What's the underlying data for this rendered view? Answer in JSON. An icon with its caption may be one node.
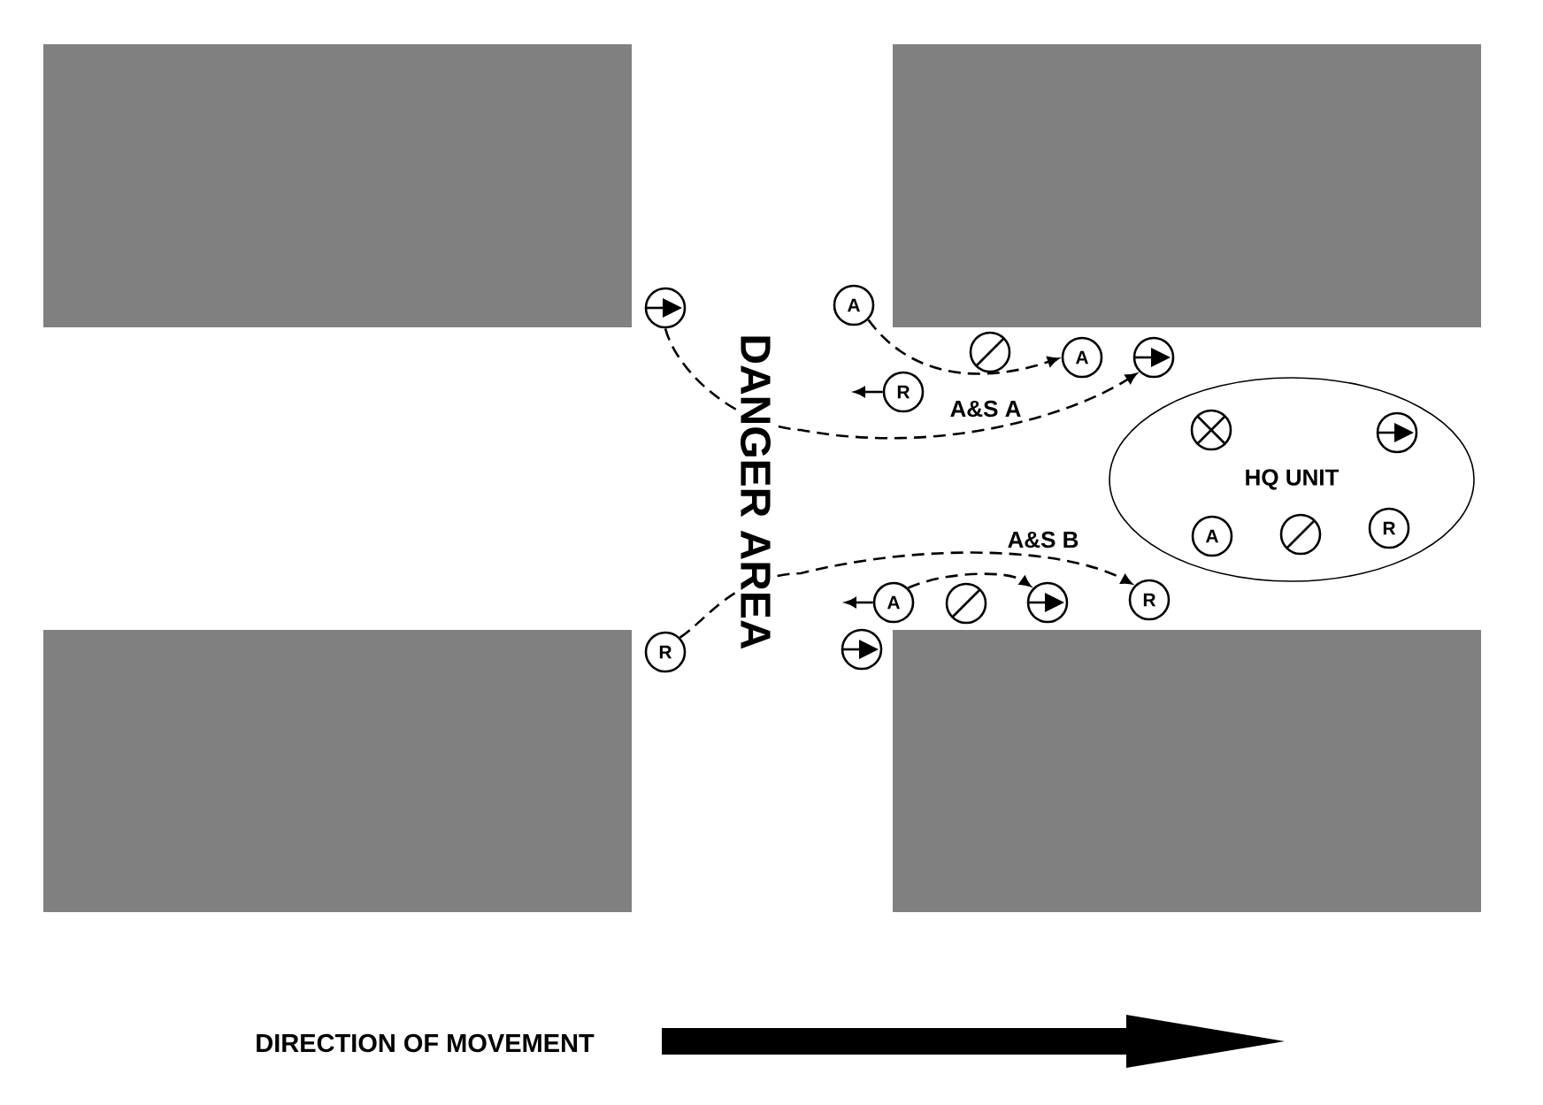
{
  "diagram": {
    "nodes": [
      {
        "text": [],
        "shape": "circle"
      },
      {
        "text": [
          "A"
        ]
      },
      {
        "text": [],
        "shape": "circle"
      },
      {
        "text": [
          "A"
        ]
      },
      {
        "text": [],
        "shape": "circle"
      },
      {
        "text": [
          "R"
        ]
      },
      {
        "text": [
          "HQ UNIT"
        ]
      },
      {
        "text": [],
        "shape": "circle",
        "in": 6
      },
      {
        "text": [],
        "shape": "circle",
        "in": 6
      },
      {
        "text": [
          "A"
        ],
        "in": 6
      },
      {
        "text": [],
        "shape": "circle",
        "in": 6
      },
      {
        "text": [
          "R"
        ],
        "in": 6
      },
      {
        "text": [
          "A"
        ]
      },
      {
        "text": [],
        "shape": "circle"
      },
      {
        "text": [],
        "shape": "circle"
      },
      {
        "text": [
          "R"
        ]
      },
      {
        "text": [
          "R"
        ]
      },
      {
        "text": [],
        "shape": "circle"
      },
      {
        "text": [],
        "shape": "box"
      },
      {
        "text": [],
        "shape": "box"
      },
      {
        "text": [],
        "shape": "box"
      },
      {
        "text": [],
        "shape": "box"
      }
    ],
    "edges": [
      {
        "from": 0,
        "to": 4,
        "arrow": "to",
        "style": "dashed",
        "label": "A&S A"
      },
      {
        "from": 1,
        "to": 3,
        "arrow": "to",
        "style": "dashed"
      },
      {
        "from": 5,
        "to": null,
        "arrow": "to"
      },
      {
        "from": 16,
        "to": 15,
        "arrow": "to",
        "style": "dashed",
        "label": "A&S B"
      },
      {
        "from": 12,
        "to": 14,
        "arrow": "to",
        "style": "dashed"
      },
      {
        "from": 12,
        "to": null,
        "arrow": "to"
      }
    ],
    "labels": [
      "DANGER AREA",
      "DIRECTION OF MOVEMENT"
    ]
  }
}
